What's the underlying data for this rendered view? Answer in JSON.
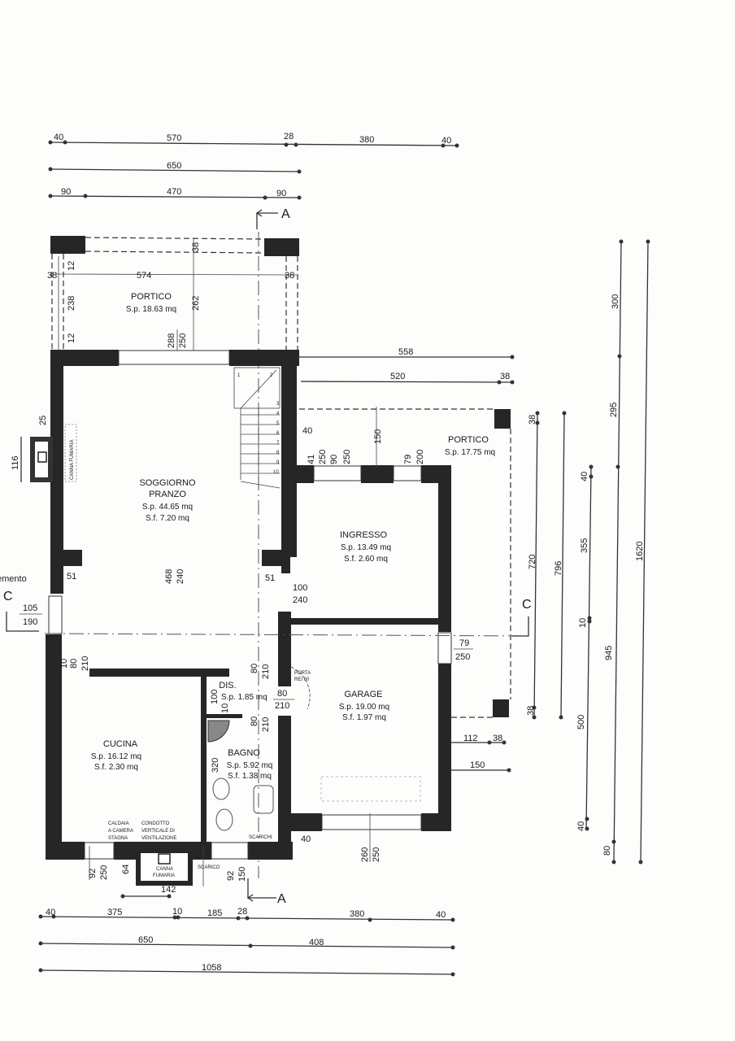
{
  "rooms": {
    "portico_nord": {
      "name": "PORTICO",
      "sp": "S.p. 18.63 mq"
    },
    "portico_est": {
      "name": "PORTICO",
      "sp": "S.p. 17.75 mq"
    },
    "soggiorno": {
      "name1": "SOGGIORNO",
      "name2": "PRANZO",
      "sp": "S.p. 44.65 mq",
      "sf": "S.f. 7.20 mq"
    },
    "ingresso": {
      "name": "INGRESSO",
      "sp": "S.p. 13.49 mq",
      "sf": "S.f. 2.60 mq"
    },
    "garage": {
      "name": "GARAGE",
      "sp": "S.p. 19.00 mq",
      "sf": "S.f. 1.97 mq"
    },
    "cucina": {
      "name": "CUCINA",
      "sp": "S.p. 16.12 mq",
      "sf": "S.f. 2.30 mq"
    },
    "dis": {
      "name": "DIS.",
      "sp": "S.p. 1.85 mq"
    },
    "bagno": {
      "name": "BAGNO",
      "sp": "S.p. 5.92 mq",
      "sf": "S.f. 1.38 mq"
    }
  },
  "annotations": {
    "canna_fumaria": "CANNA FUMARIA",
    "canna_fumaria_2a": "CANNA",
    "canna_fumaria_2b": "FUMARIA",
    "porta_rei_a": "PORTA",
    "porta_rei_b": "REI 60",
    "caldaia_a": "CALDAIA",
    "caldaia_b": "A CAMERA",
    "caldaia_c": "STAGNA",
    "condotto_a": "CONDOTTO",
    "condotto_b": "VERTICALE DI",
    "condotto_c": "VENTILAZIONE",
    "scarichi": "SCARICHI",
    "scarico": "SCARICO",
    "elemento": "emento",
    "section_a": "A",
    "section_c": "C"
  },
  "dimensions": {
    "top_row1": [
      "40",
      "570",
      "28",
      "380",
      "40"
    ],
    "top_row2": [
      "650"
    ],
    "top_row3": [
      "90",
      "470",
      "90"
    ],
    "bottom_row1": [
      "40",
      "375",
      "10",
      "185",
      "28",
      "380",
      "40"
    ],
    "bottom_row2": [
      "650",
      "408"
    ],
    "bottom_row3": [
      "1058"
    ],
    "right_col1": [
      "38",
      "720",
      "38"
    ],
    "right_col2": [
      "796"
    ],
    "right_col3": [
      "40",
      "355",
      "10",
      "500",
      "40"
    ],
    "right_col4": [
      "300",
      "295",
      "945",
      "80"
    ],
    "right_col5": [
      "1620"
    ],
    "inline": {
      "portico_38_left": "38",
      "portico_574": "574",
      "portico_38_right": "38",
      "portico_38_top": "38",
      "portico_12_top": "12",
      "portico_238": "238",
      "portico_12_bot": "12",
      "portico_262": "262",
      "win_288": "288",
      "win_250": "250",
      "d558": "558",
      "d520": "520",
      "d38": "38",
      "d40": "40",
      "d150": "150",
      "w41": "41",
      "w250a": "250",
      "w90": "90",
      "w250b": "250",
      "w79": "79",
      "w200": "200",
      "d25": "25",
      "d116": "116",
      "d51a": "51",
      "d51b": "51",
      "w468": "468",
      "w240": "240",
      "d100": "100",
      "d240": "240",
      "w105": "105",
      "w190": "190",
      "g79": "79",
      "g250": "250",
      "c10": "10",
      "c80": "80",
      "c210": "210",
      "dis80": "80",
      "dis210": "210",
      "dis100": "100",
      "dis10": "10",
      "p80": "80",
      "p210": "210",
      "b80": "80",
      "b210": "210",
      "b320": "320",
      "g112": "112",
      "g38": "38",
      "g150": "150",
      "g40": "40",
      "g260": "260",
      "g250b": "250",
      "k92": "92",
      "k250": "250",
      "k64": "64",
      "k142": "142",
      "b92": "92",
      "b150": "150"
    }
  }
}
